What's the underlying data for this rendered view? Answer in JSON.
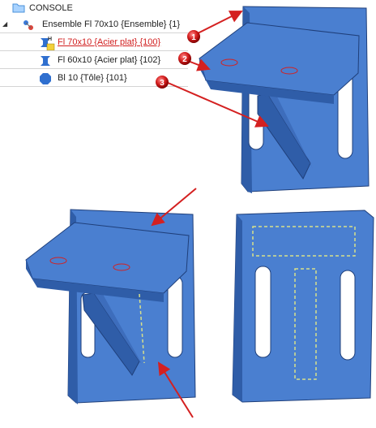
{
  "tree": {
    "items": [
      {
        "label": "CONSOLE",
        "icon": "folder-icon"
      },
      {
        "toggle": "◢",
        "label": "Ensemble Fl 70x10 {Ensemble} {1}",
        "icon": "assembly-icon"
      },
      {
        "label": "Fl 70x10 {Acier plat} {100}",
        "icon": "flat-steel-main-icon",
        "badge": "H",
        "selected": true
      },
      {
        "label": "Fl 60x10 {Acier plat} {102}",
        "icon": "flat-steel-icon"
      },
      {
        "label": "Bl 10 {Tôle} {101}",
        "icon": "sheet-icon"
      }
    ]
  },
  "callouts": [
    "1",
    "2",
    "3"
  ],
  "colors": {
    "part": "#4a7fd0",
    "part_dark": "#2f5da8",
    "part_light": "#6b9ae0",
    "arrow": "#d42020",
    "selection": "#d11f1f",
    "dash_outline": "#d8e08a"
  }
}
